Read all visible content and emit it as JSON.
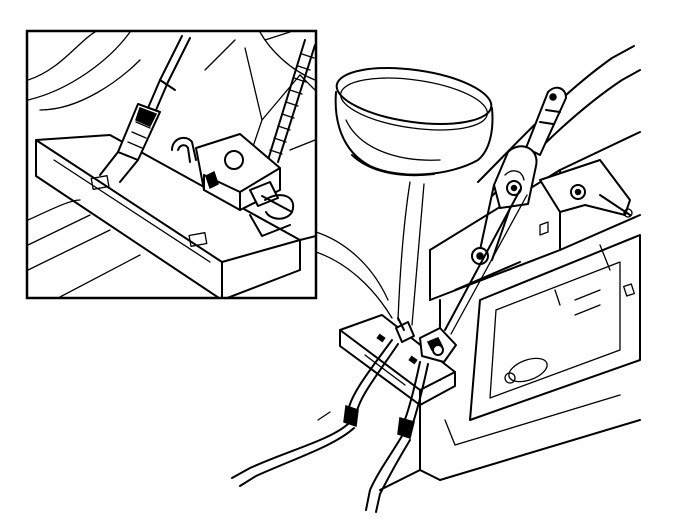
{
  "figure": {
    "kind": "technical line drawing",
    "background_color": "#ffffff",
    "line_color": "#000000",
    "inset_frame_color": "#000000",
    "parts": [
      "console-assembly",
      "parking-brake-lever",
      "lever-pivot-bracket",
      "brake-cables",
      "cable-equalizer-bracket",
      "cable-hook",
      "loop-callout",
      "detail-inset"
    ]
  }
}
